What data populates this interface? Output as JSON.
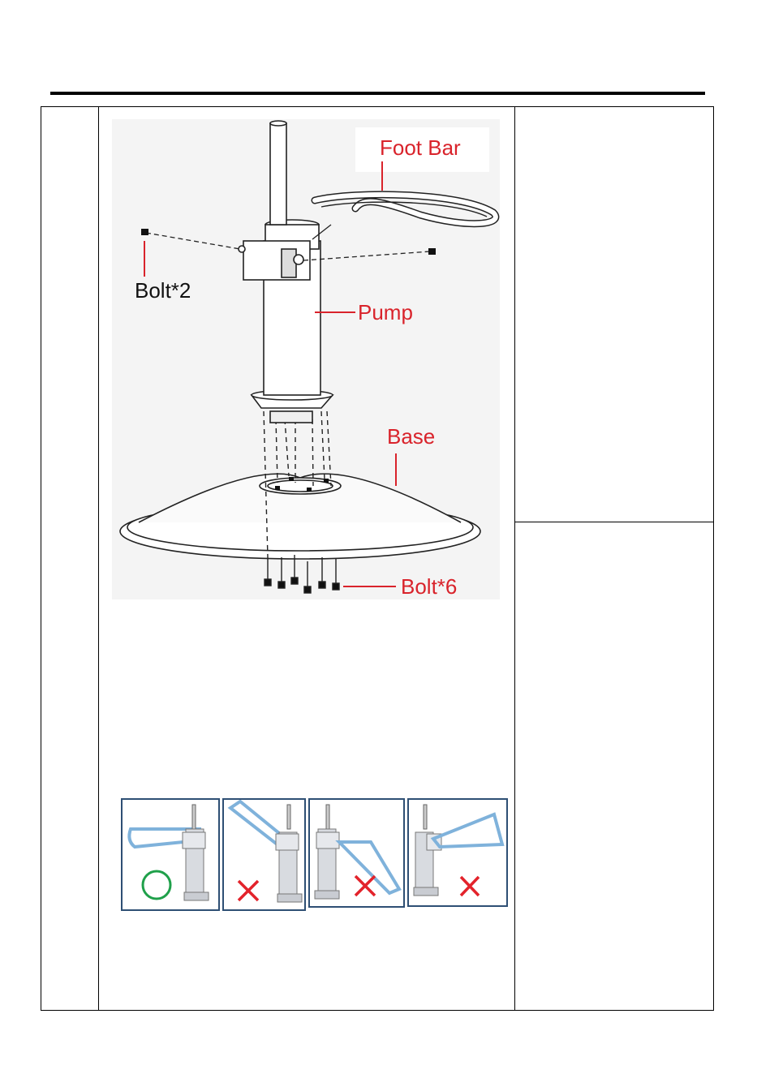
{
  "diagram": {
    "labels": {
      "foot_bar": "Foot Bar",
      "bolt_top": "Bolt*2",
      "pump": "Pump",
      "base": "Base",
      "bolt_bottom": "Bolt*6"
    }
  },
  "orientation_panels": [
    {
      "verdict": "correct",
      "mark": "circle-icon"
    },
    {
      "verdict": "incorrect",
      "mark": "cross-icon"
    },
    {
      "verdict": "incorrect",
      "mark": "cross-icon"
    },
    {
      "verdict": "incorrect",
      "mark": "cross-icon"
    }
  ],
  "colors": {
    "label_red": "#d9232b",
    "correct_green": "#1fa04a",
    "foot_bar_blue": "#7fb2db",
    "panel_border": "#2e4f74"
  }
}
